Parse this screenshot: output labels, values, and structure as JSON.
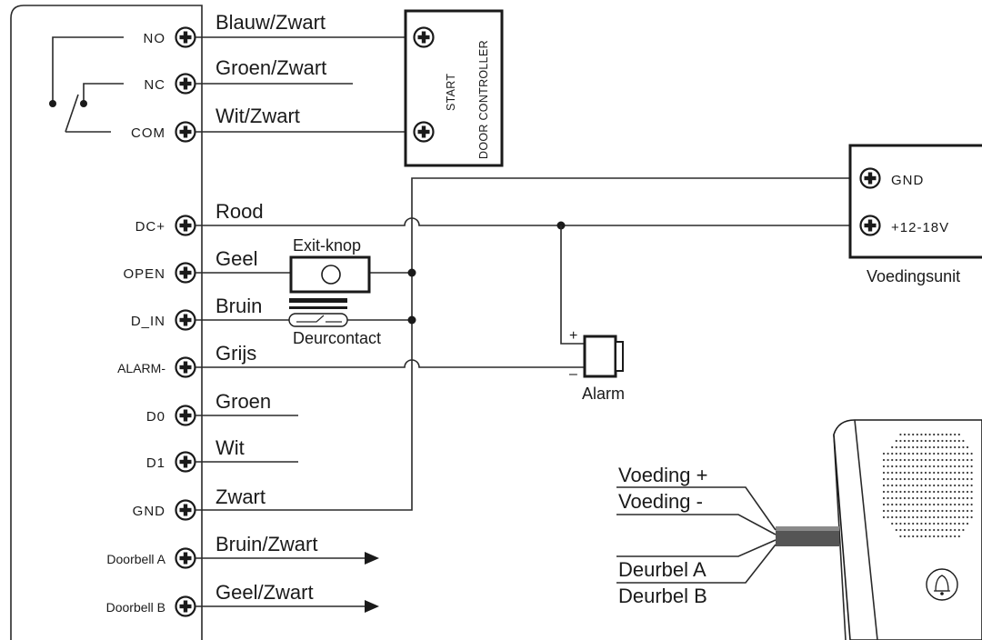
{
  "terminals": [
    {
      "label": "NO",
      "wire": "Blauw/Zwart"
    },
    {
      "label": "NC",
      "wire": "Groen/Zwart"
    },
    {
      "label": "COM",
      "wire": "Wit/Zwart"
    },
    {
      "label": "DC+",
      "wire": "Rood"
    },
    {
      "label": "OPEN",
      "wire": "Geel"
    },
    {
      "label": "D_IN",
      "wire": "Bruin"
    },
    {
      "label": "ALARM-",
      "wire": "Grijs"
    },
    {
      "label": "D0",
      "wire": "Groen"
    },
    {
      "label": "D1",
      "wire": "Wit"
    },
    {
      "label": "GND",
      "wire": "Zwart"
    },
    {
      "label": "Doorbell A",
      "wire": "Bruin/Zwart"
    },
    {
      "label": "Doorbell B",
      "wire": "Geel/Zwart"
    }
  ],
  "door_controller": {
    "line1": "START",
    "line2": "DOOR CONTROLLER"
  },
  "power_unit": {
    "title": "Voedingsunit",
    "gnd_label": "GND",
    "pos_label": "+12-18V"
  },
  "exit_button": {
    "label": "Exit-knop"
  },
  "door_contact": {
    "label": "Deurcontact"
  },
  "alarm": {
    "label": "Alarm",
    "plus": "+",
    "minus": "–"
  },
  "doorbell": {
    "wires": [
      "Voeding +",
      "Voeding -",
      "Deurbel A",
      "Deurbel B"
    ],
    "bell_icon": "bell-icon"
  }
}
